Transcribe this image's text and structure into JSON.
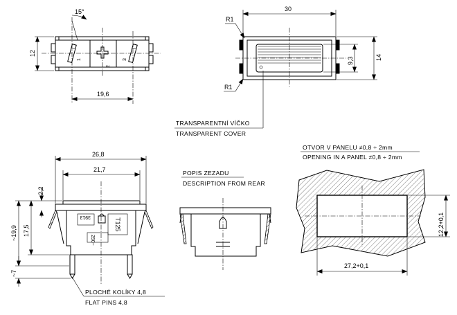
{
  "top_view": {
    "angle": "15°",
    "height": "12",
    "width": "19,6",
    "pin1": "1",
    "pin2": "2",
    "pin3": "3"
  },
  "cover_view": {
    "width": "30",
    "height": "14",
    "inner": "9,3",
    "radius_top": "R1",
    "radius_bottom": "R1",
    "label_cz": "TRANSPARENTNÍ VÍČKO",
    "label_en": "TRANSPARENT COVER"
  },
  "side_view": {
    "outer_width": "26,8",
    "inner_width": "21,7",
    "flange": "2,2",
    "total_height": "~19,9",
    "body_height": "17,5",
    "pin_length": "~7",
    "marking_1": "3913",
    "marking_2": "T125",
    "marking_3": "250~",
    "pins_cz": "PLOCHÉ KOLÍKY 4,8",
    "pins_en": "FLAT PINS 4,8"
  },
  "rear_view": {
    "label_cz": "POPIS ZEZADU",
    "label_en": "DESCRIPTION FROM REAR"
  },
  "panel_cutout": {
    "label_cz": "OTVOR V PANELU ≠0,8 ÷ 2mm",
    "label_en": "OPENING IN A PANEL ≠0,8 ÷ 2mm",
    "width": "27,2+0,1",
    "height": "12,2+0,1"
  }
}
